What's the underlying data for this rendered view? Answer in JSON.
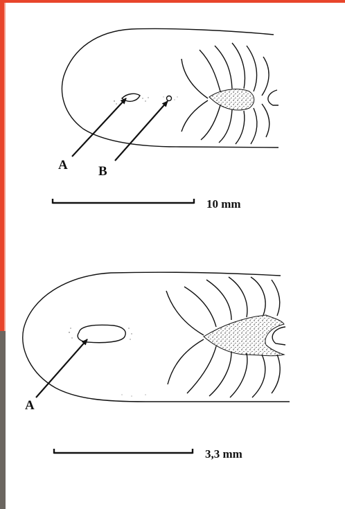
{
  "diagram": {
    "top": {
      "labels": {
        "a": "A",
        "b": "B"
      },
      "scale": "10 mm"
    },
    "bottom": {
      "labels": {
        "a": "A"
      },
      "scale": "3,3 mm"
    }
  },
  "colors": {
    "frame": "#e8452b",
    "ink": "#111111"
  }
}
